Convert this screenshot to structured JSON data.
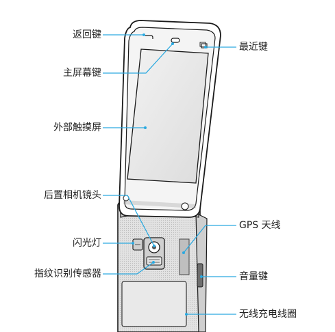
{
  "labels": {
    "back_key": "返回键",
    "recent_key": "最近键",
    "home_key": "主屏幕键",
    "external_touchscreen": "外部触摸屏",
    "rear_camera": "后置相机镜头",
    "gps_antenna": "GPS 天线",
    "flash": "闪光灯",
    "volume_key": "音量键",
    "fingerprint_sensor": "指纹识别传感器",
    "wireless_charging_coil": "无线充电线圈"
  },
  "colors": {
    "callout_line": "#2aa9e0",
    "device_outline": "#1a1a1a",
    "device_fill": "#ffffff",
    "shade_light": "#e8e8e8",
    "shade_mid": "#c8c8c8",
    "shade_dark": "#9a9a9a"
  }
}
